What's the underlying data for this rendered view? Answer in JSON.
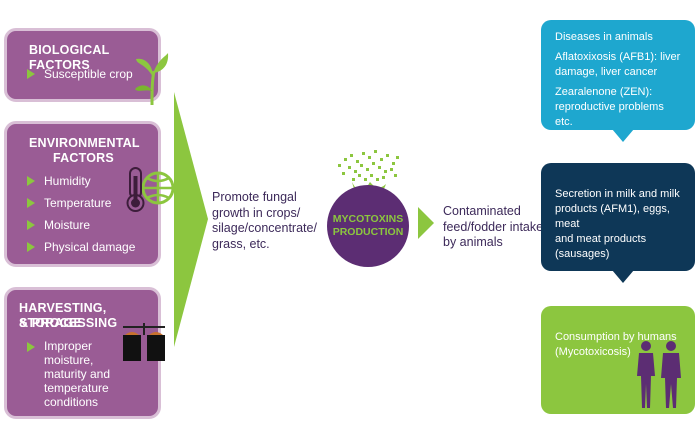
{
  "factors": {
    "biological": {
      "title": "BIOLOGICAL FACTORS",
      "items": [
        "Susceptible crop"
      ]
    },
    "environmental": {
      "title_line1": "ENVIRONMENTAL",
      "title_line2": "FACTORS",
      "items": [
        "Humidity",
        "Temperature",
        "Moisture",
        "Physical damage"
      ]
    },
    "harvesting": {
      "title_line1": "HARVESTING, STORAGE",
      "title_line2": "& PROCESSING",
      "item_lines": [
        "Improper",
        "moisture,",
        "maturity and",
        "temperature",
        "conditions"
      ]
    }
  },
  "flow": {
    "promote_lines": [
      "Promote fungal",
      "growth in crops/",
      "silage/concentrate/",
      "grass, etc."
    ],
    "center_line1": "MYCOTOXINS",
    "center_line2": "PRODUCTION",
    "contaminated_lines": [
      "Contaminated",
      "feed/fodder intake",
      "by animals"
    ]
  },
  "outcomes": {
    "animals": {
      "title": "Diseases in animals",
      "afb1_lines": [
        "Aflatoxixosis (AFB1): liver",
        "damage, liver cancer"
      ],
      "zen_lines": [
        "Zearalenone (ZEN):",
        "reproductive problems etc."
      ]
    },
    "secretion": {
      "lines": [
        "Secretion in milk and milk",
        "products (AFM1), eggs, meat",
        "and meat products (sausages)"
      ]
    },
    "humans": {
      "lines": [
        "Consumption by humans",
        "(Mycotoxicosis)"
      ]
    }
  },
  "colors": {
    "purple": "#9a5c95",
    "green": "#8cc63f",
    "cyan": "#1ea7cf",
    "navy": "#0e3757",
    "center_circle": "#5c2d73"
  }
}
